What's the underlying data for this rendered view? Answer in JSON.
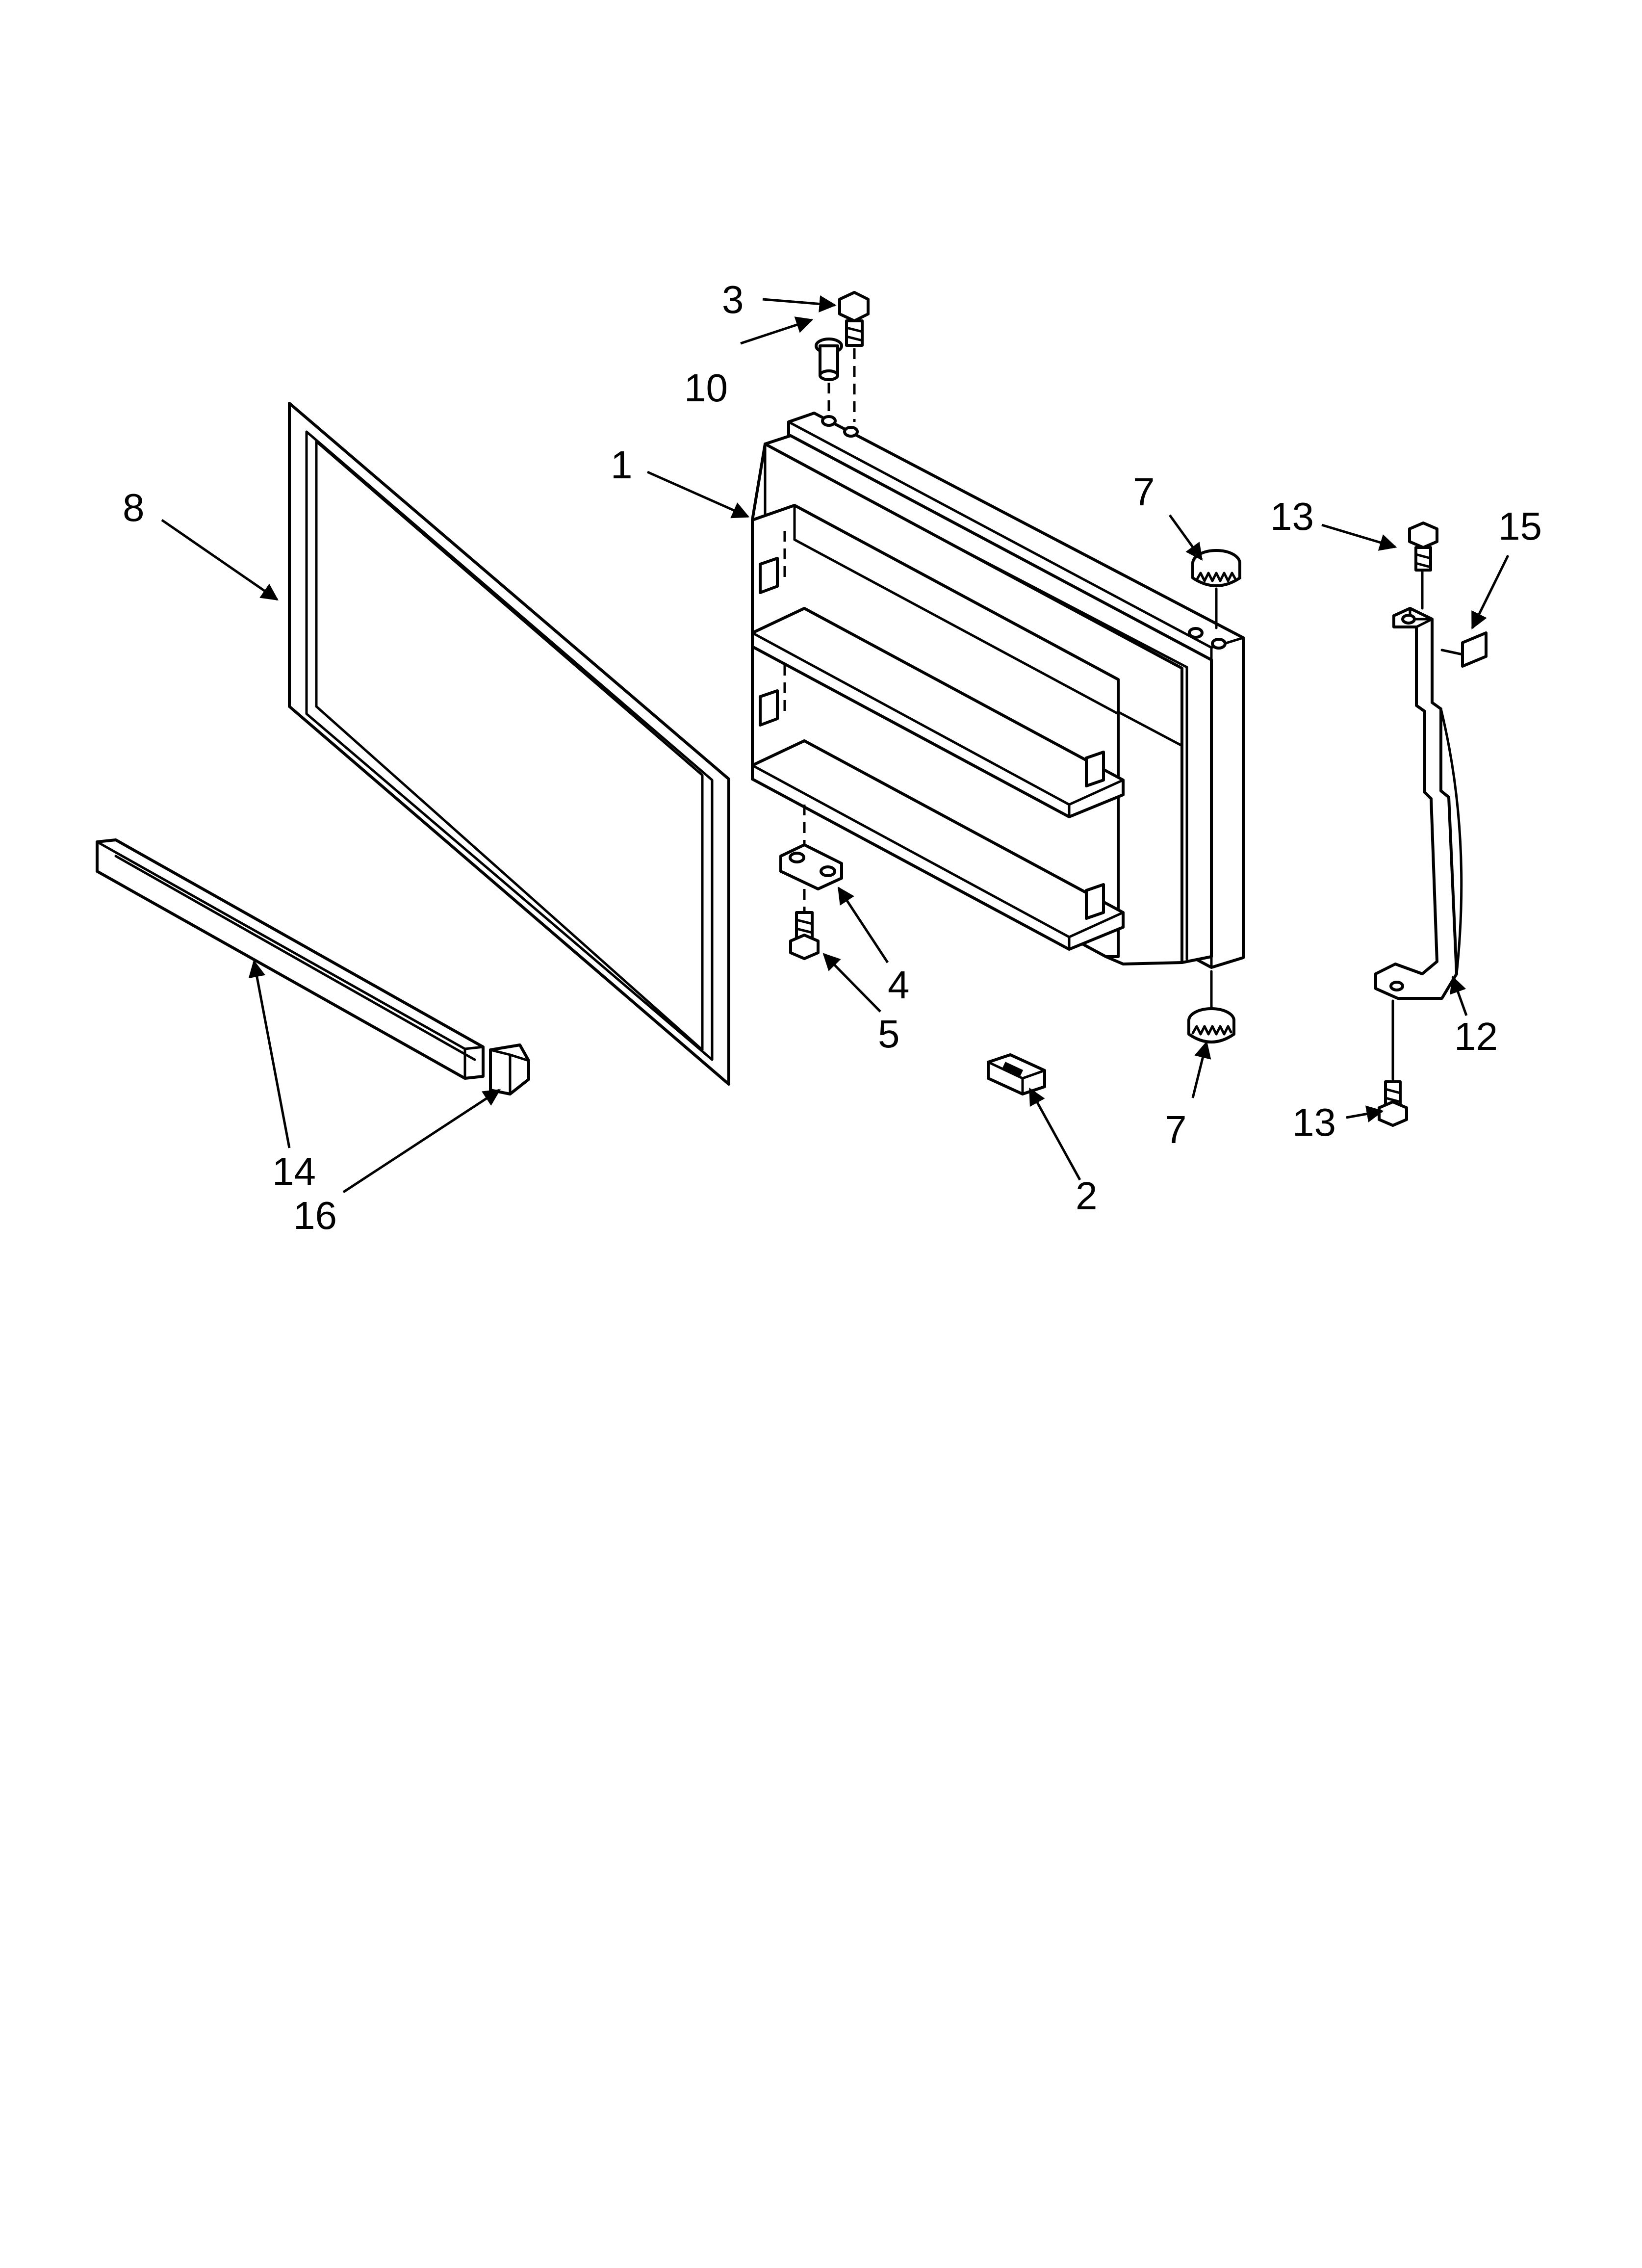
{
  "callouts": {
    "c1": "1",
    "c2": "2",
    "c3": "3",
    "c4": "4",
    "c5": "5",
    "c7a": "7",
    "c7b": "7",
    "c8": "8",
    "c10": "10",
    "c12": "12",
    "c13a": "13",
    "c13b": "13",
    "c14": "14",
    "c15": "15",
    "c16": "16"
  }
}
